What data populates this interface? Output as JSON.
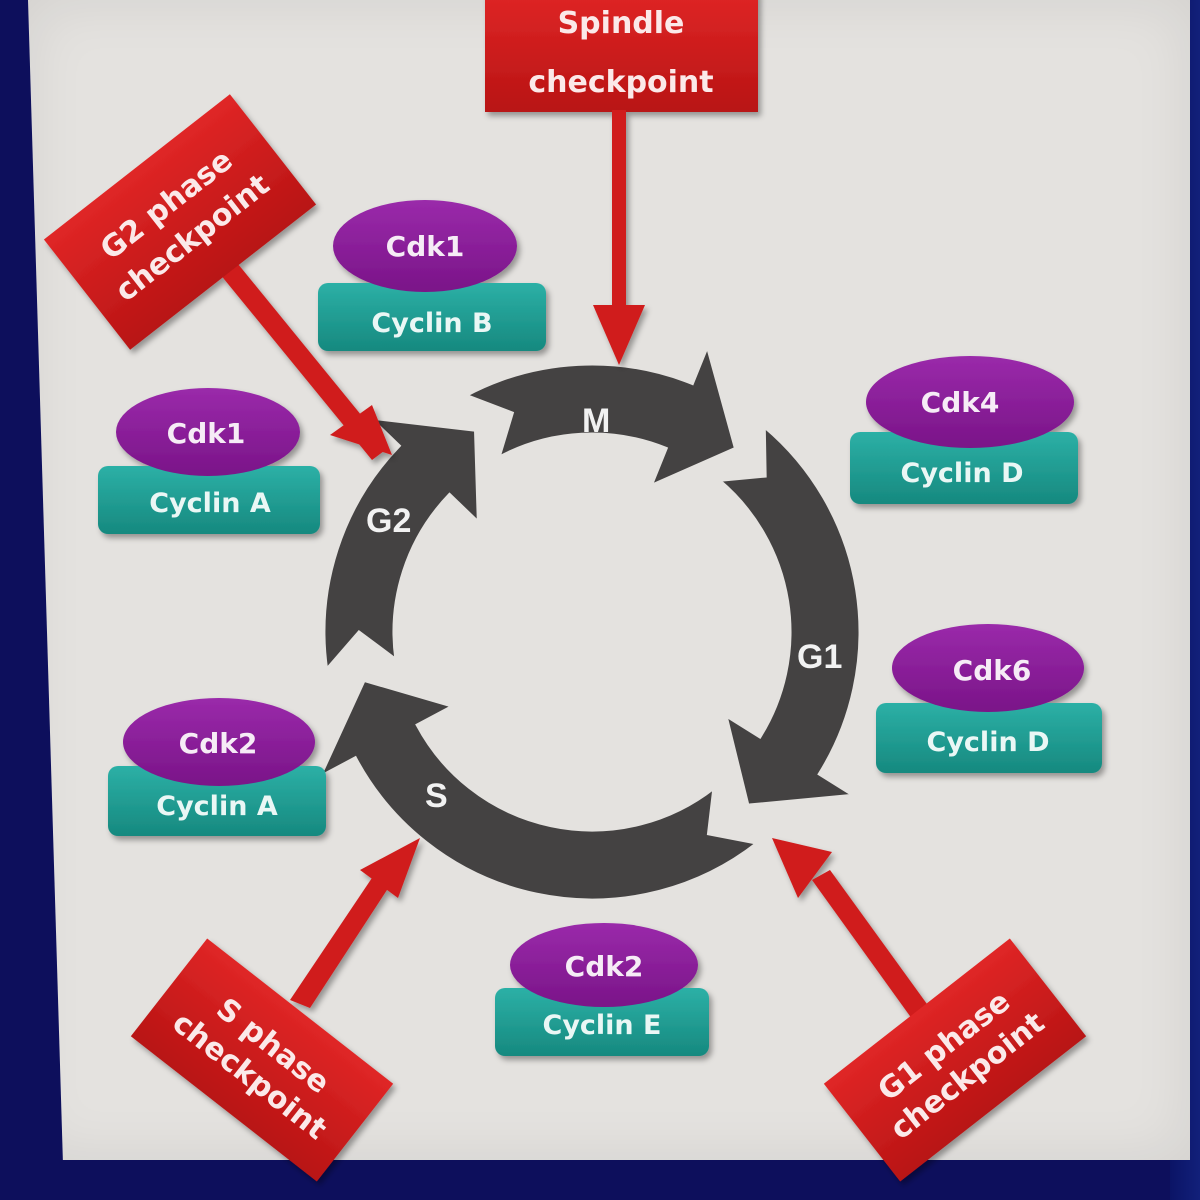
{
  "colors": {
    "frame": "#0d0f5c",
    "slide_background": "#e4e2df",
    "cycle_arrow": "#444242",
    "checkpoint_red": "#d01c1c",
    "cdk_purple": "#8a1c9a",
    "cyclin_teal": "#1e9e96"
  },
  "cycle": {
    "phases": [
      {
        "id": "M",
        "label": "M"
      },
      {
        "id": "G1",
        "label": "G1"
      },
      {
        "id": "S",
        "label": "S"
      },
      {
        "id": "G2",
        "label": "G2"
      }
    ]
  },
  "checkpoints": [
    {
      "id": "spindle",
      "lines": [
        "Spindle",
        "checkpoint"
      ],
      "points_to_phase": "M"
    },
    {
      "id": "g2",
      "lines": [
        "G2 phase",
        "checkpoint"
      ],
      "points_to_phase": "G2"
    },
    {
      "id": "s",
      "lines": [
        "S phase",
        "checkpoint"
      ],
      "points_to_phase": "S"
    },
    {
      "id": "g1",
      "lines": [
        "G1 phase",
        "checkpoint"
      ],
      "points_to_phase": "G1"
    }
  ],
  "complexes": [
    {
      "id": "cdk1-cyclinb",
      "cdk": "Cdk1",
      "cyclin": "Cyclin B"
    },
    {
      "id": "cdk1-cyclina",
      "cdk": "Cdk1",
      "cyclin": "Cyclin A"
    },
    {
      "id": "cdk4-cyclind",
      "cdk": "Cdk4",
      "cyclin": "Cyclin D"
    },
    {
      "id": "cdk6-cyclind",
      "cdk": "Cdk6",
      "cyclin": "Cyclin D"
    },
    {
      "id": "cdk2-cyclina",
      "cdk": "Cdk2",
      "cyclin": "Cyclin A"
    },
    {
      "id": "cdk2-cycline",
      "cdk": "Cdk2",
      "cyclin": "Cyclin E"
    }
  ]
}
